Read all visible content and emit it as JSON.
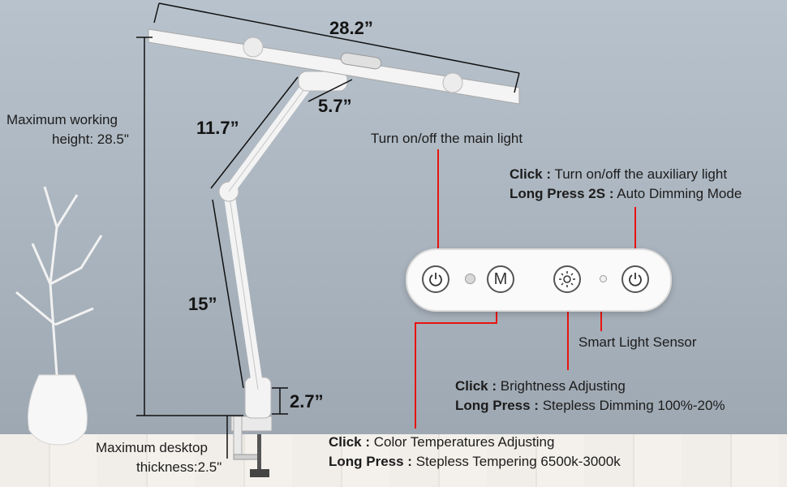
{
  "dimensions": {
    "bar_width": "28.2”",
    "head_depth": "5.7”",
    "upper_arm": "11.7”",
    "lower_arm": "15”",
    "base": "2.7”"
  },
  "labels": {
    "max_height_line1": "Maximum working",
    "max_height_line2": "height: 28.5\"",
    "desk_line1": "Maximum desktop",
    "desk_line2": "thickness:2.5\""
  },
  "controls": {
    "main_light": {
      "text": "Turn on/off the main light"
    },
    "aux_light": {
      "click_label": "Click :",
      "click_text": " Turn on/off the auxiliary light",
      "long_label": "Long Press 2S :",
      "long_text": "  Auto Dimming Mode"
    },
    "sensor": {
      "text": "Smart Light Sensor"
    },
    "brightness": {
      "click_label": "Click :",
      "click_text": " Brightness Adjusting",
      "long_label": "Long Press :",
      "long_text": " Stepless Dimming 100%-20%"
    },
    "color_temp": {
      "click_label": "Click :",
      "click_text": " Color Temperatures Adjusting",
      "long_label": "Long Press :",
      "long_text": " Stepless Tempering 6500k-3000k"
    },
    "mode_glyph": "M"
  },
  "colors": {
    "arrow": "#e8130e",
    "lamp": "#f4f4f4",
    "dim_line": "#111111"
  },
  "icons": [
    "power-icon",
    "mode-icon",
    "sun-icon",
    "power-icon"
  ]
}
